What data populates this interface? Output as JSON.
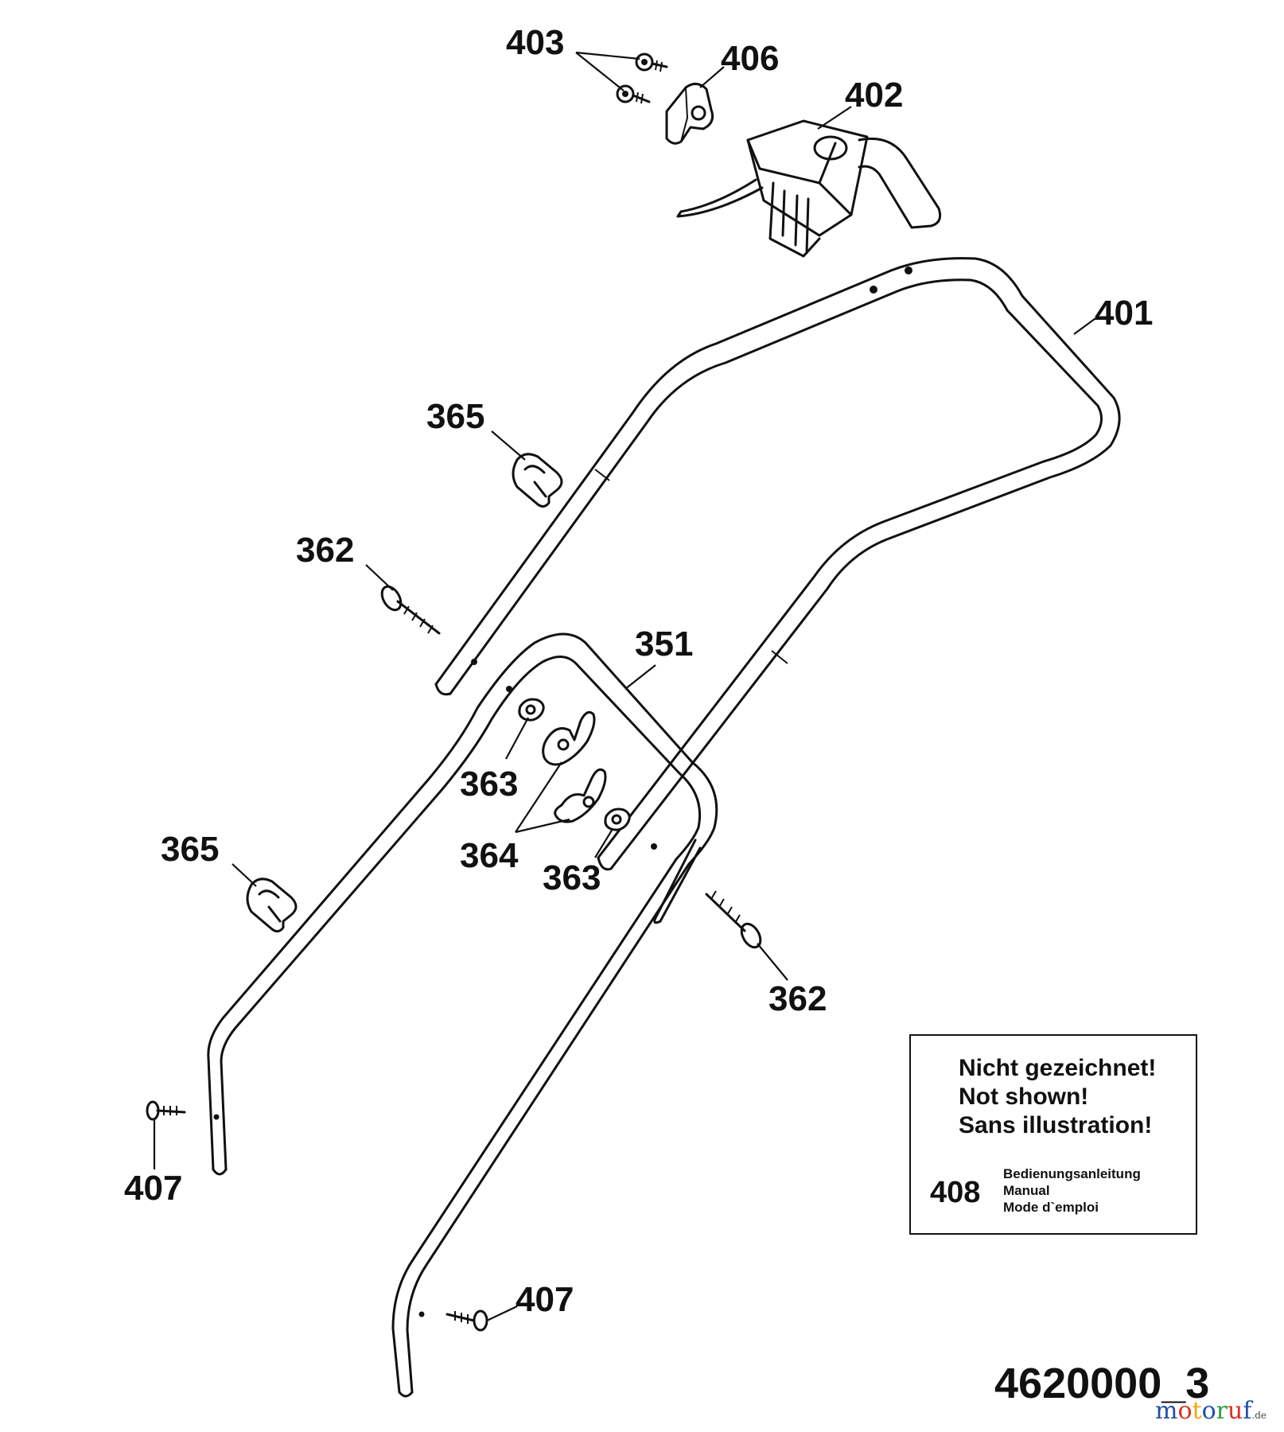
{
  "labels": {
    "p403": "403",
    "p406": "406",
    "p402": "402",
    "p401": "401",
    "p365_upper": "365",
    "p362_upper": "362",
    "p351": "351",
    "p363_left": "363",
    "p364": "364",
    "p363_right": "363",
    "p365_lower": "365",
    "p362_lower": "362",
    "p407_left": "407",
    "p407_right": "407"
  },
  "note": {
    "line1": "Nicht gezeichnet!",
    "line2": "Not shown!",
    "line3": "Sans illustration!",
    "item_number": "408",
    "item_de": "Bedienungsanleitung",
    "item_en": "Manual",
    "item_fr": "Mode d`emploi"
  },
  "drawing_number": "4620000_3",
  "watermark": {
    "text": "motoruf",
    "suffix": ".de",
    "colors": [
      "#1e4fa8",
      "#d93025",
      "#f2a900",
      "#1e4fa8",
      "#2e9e3e",
      "#d93025",
      "#1e4fa8"
    ]
  }
}
